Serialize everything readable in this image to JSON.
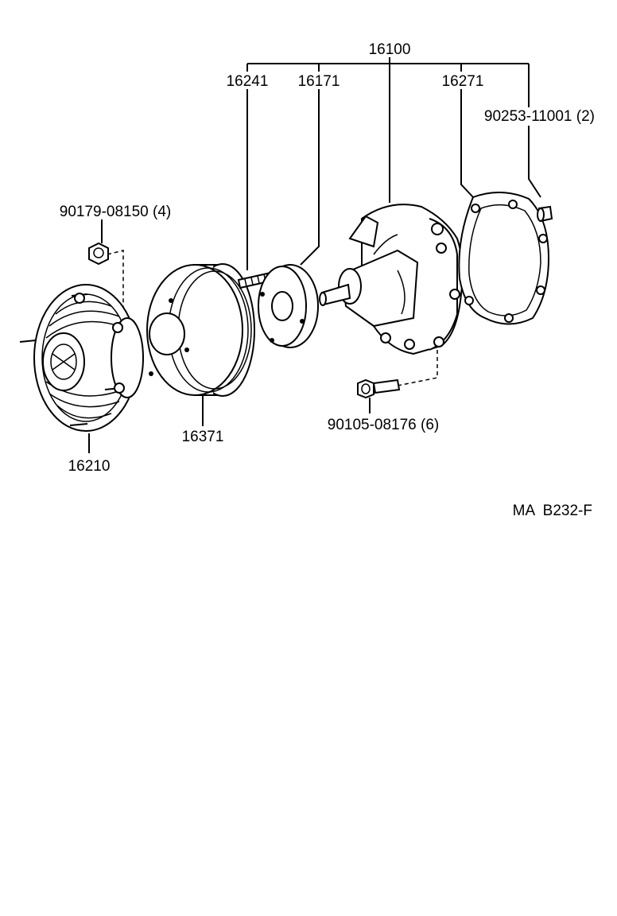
{
  "labels": {
    "assembly": "16100",
    "stud": "16241",
    "hub": "16171",
    "gasket": "16271",
    "dowel": "90253-11001 (2)",
    "nut": "90179-08150 (4)",
    "fan_clutch": "16210",
    "pulley": "16371",
    "bolt": "90105-08176 (6)"
  },
  "figure_code": "MA  B232-F"
}
